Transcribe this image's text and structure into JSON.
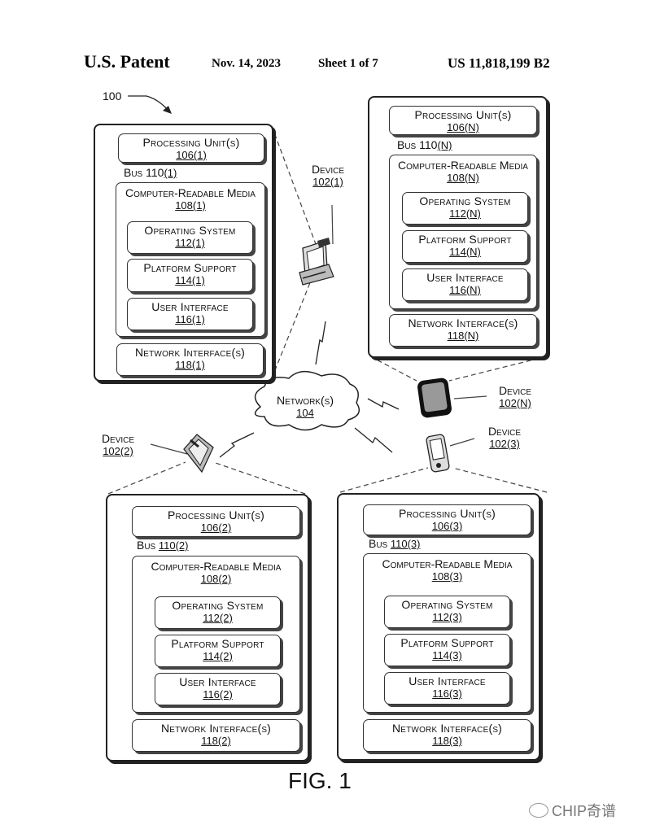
{
  "header": {
    "title": "U.S. Patent",
    "date": "Nov. 14, 2023",
    "sheet": "Sheet 1 of 7",
    "patent_number": "US 11,818,199 B2"
  },
  "system_ref": "100",
  "network": {
    "label": "Network(s)",
    "ref": "104"
  },
  "devices": [
    {
      "label": "Device",
      "ref": "102(1)",
      "icon": "desktop-computer-icon",
      "processing_unit": {
        "label": "Processing Unit(s)",
        "ref": "106(1)"
      },
      "bus": {
        "label": "Bus 110",
        "ref": "(1)"
      },
      "crm": {
        "label": "Computer-Readable Media",
        "ref": "108(1)"
      },
      "os": {
        "label": "Operating System",
        "ref": "112(1)"
      },
      "platform": {
        "label": "Platform Support",
        "ref": "114(1)"
      },
      "ui": {
        "label": "User Interface",
        "ref": "116(1)"
      },
      "net_if": {
        "label": "Network Interface(s)",
        "ref": "118(1)"
      }
    },
    {
      "label": "Device",
      "ref": "102(N)",
      "icon": "tablet-icon",
      "processing_unit": {
        "label": "Processing Unit(s)",
        "ref": "106(N)"
      },
      "bus": {
        "label": "Bus 110",
        "ref": "(N)"
      },
      "crm": {
        "label": "Computer-Readable Media",
        "ref": "108(N)"
      },
      "os": {
        "label": "Operating System",
        "ref": "112(N)"
      },
      "platform": {
        "label": "Platform Support",
        "ref": "114(N)"
      },
      "ui": {
        "label": "User Interface",
        "ref": "116(N)"
      },
      "net_if": {
        "label": "Network Interface(s)",
        "ref": "118(N)"
      }
    },
    {
      "label": "Device",
      "ref": "102(2)",
      "icon": "handheld-device-icon",
      "processing_unit": {
        "label": "Processing Unit(s)",
        "ref": "106(2)"
      },
      "bus": {
        "label": "Bus",
        "ref": "110(2)"
      },
      "crm": {
        "label": "Computer-Readable Media",
        "ref": "108(2)"
      },
      "os": {
        "label": "Operating System",
        "ref": "112(2)"
      },
      "platform": {
        "label": "Platform Support",
        "ref": "114(2)"
      },
      "ui": {
        "label": "User Interface",
        "ref": "116(2)"
      },
      "net_if": {
        "label": "Network Interface(s)",
        "ref": "118(2)"
      }
    },
    {
      "label": "Device",
      "ref": "102(3)",
      "icon": "pda-phone-icon",
      "processing_unit": {
        "label": "Processing Unit(s)",
        "ref": "106(3)"
      },
      "bus": {
        "label": "Bus",
        "ref": "110(3)"
      },
      "crm": {
        "label": "Computer-Readable Media",
        "ref": "108(3)"
      },
      "os": {
        "label": "Operating System",
        "ref": "112(3)"
      },
      "platform": {
        "label": "Platform Support",
        "ref": "114(3)"
      },
      "ui": {
        "label": "User Interface",
        "ref": "116(3)"
      },
      "net_if": {
        "label": "Network Interface(s)",
        "ref": "118(3)"
      }
    }
  ],
  "figure_label": "FIG. 1",
  "watermark": "CHIP奇谱"
}
